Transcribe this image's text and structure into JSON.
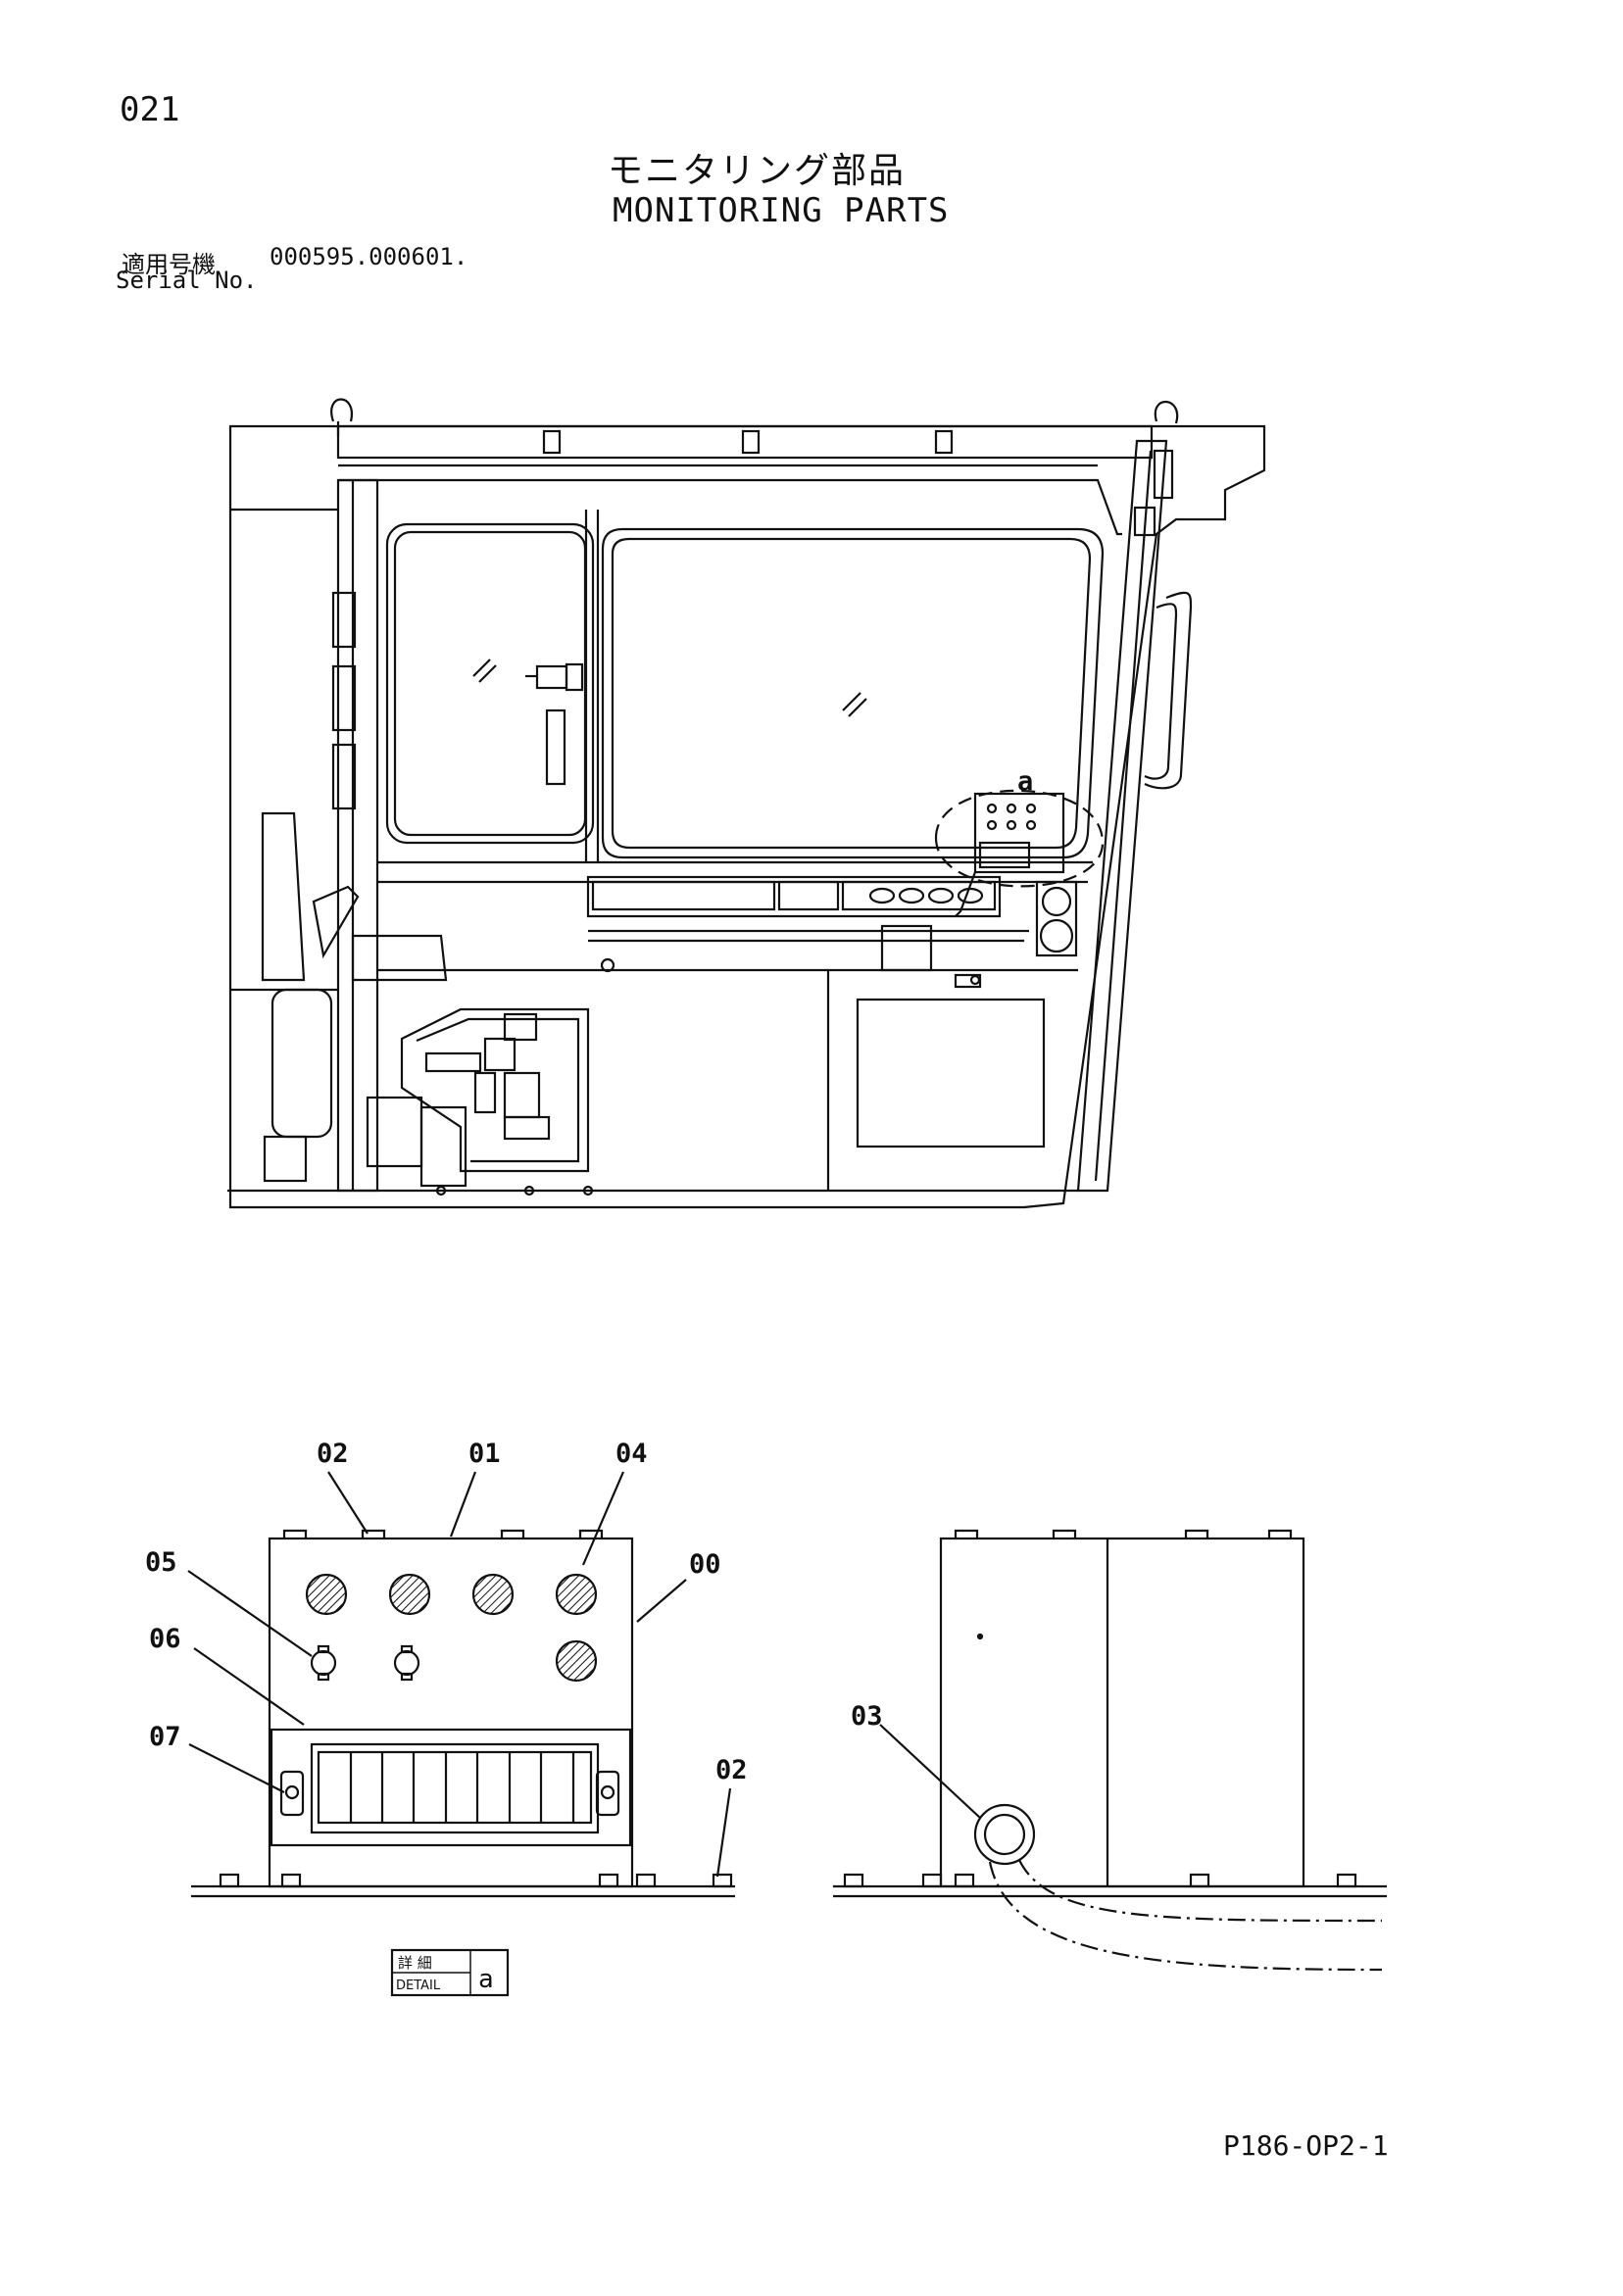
{
  "header": {
    "page_number": "021",
    "title_jp": "モニタリング部品",
    "title_en": "MONITORING PARTS",
    "serial_label_jp": "適用号機",
    "serial_value": "000595.000601.",
    "serial_label_en": "Serial No."
  },
  "overview": {
    "detail_callout": "a"
  },
  "detail": {
    "part_labels": [
      "02",
      "01",
      "04",
      "05",
      "00",
      "06",
      "07",
      "02",
      "03"
    ],
    "detail_box_jp": "詳 細",
    "detail_box_en": "DETAIL",
    "detail_box_letter": "a"
  },
  "footer": {
    "doc_code": "P186-OP2-1"
  }
}
